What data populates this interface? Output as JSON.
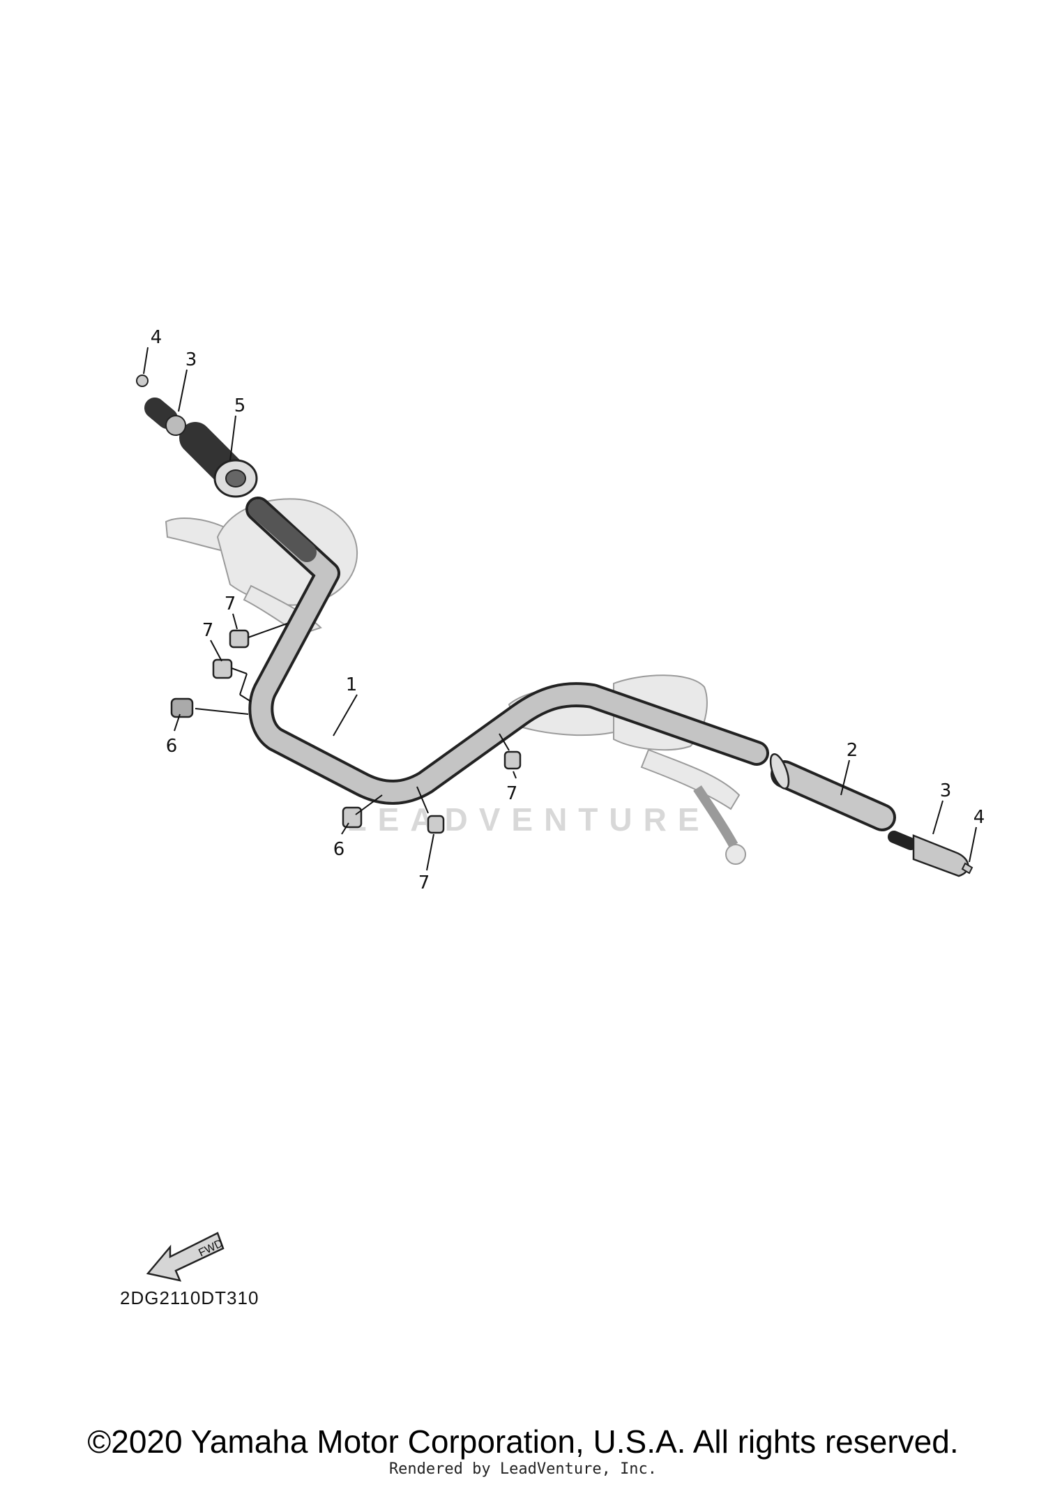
{
  "diagram": {
    "code": "2DG2110DT310",
    "fwd_label": "FWD",
    "watermark": "LEADVENTURE"
  },
  "callouts": [
    "1",
    "2",
    "3",
    "3",
    "4",
    "4",
    "5",
    "6",
    "6",
    "7",
    "7",
    "7",
    "7"
  ],
  "footer": {
    "copyright": "©2020 Yamaha Motor Corporation, U.S.A. All rights reserved.",
    "rendered_by": "Rendered by LeadVenture, Inc."
  },
  "colors": {
    "line": "#111111",
    "ghost_fill": "#e9e9e9",
    "part_fill": "#bdbdbd",
    "grip_fill": "#4a4a4a"
  }
}
